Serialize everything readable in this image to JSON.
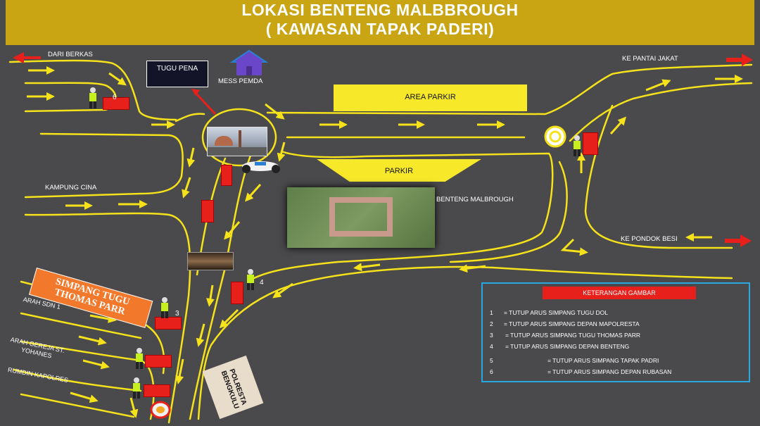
{
  "title": {
    "line1": "LOKASI BENTENG MALBBROUGH",
    "line2": "( KAWASAN TAPAK PADERI)"
  },
  "colors": {
    "header": "#c9a413",
    "road_line": "#f5e21b",
    "background": "#4a4a4c",
    "barrier": "#e8201b",
    "legend_border": "#2aa7e0"
  },
  "labels": {
    "dari_berkas": "DARI BERKAS",
    "ke_pantai_jakat": "KE PANTAI JAKAT",
    "tugu_pena": "TUGU PENA",
    "mess_pemda": "MESS PEMDA",
    "area_parkir": "AREA PARKIR",
    "parkir": "PARKIR",
    "kampung_cina": "KAMPUNG CINA",
    "benteng_malbrough": "BENTENG MALBROUGH",
    "ke_pondok_besi": "KE PONDOK BESI",
    "simpang_tugu_1": "SIMPANG TUGU",
    "simpang_tugu_2": "THOMAS PARR",
    "arah_sdn": "ARAH SDN 1",
    "arah_gereja_1": "ARAH GEREJA ST.",
    "arah_gereja_2": "YOHANES",
    "rumdin": "RUMDIN KAPOLRES",
    "polresta_1": "POLRESTA",
    "polresta_2": "BENGKULU"
  },
  "post_numbers": {
    "p3": "3",
    "p4": "4",
    "p6": "6"
  },
  "legend": {
    "title": "KETERANGAN GAMBAR",
    "items": [
      {
        "num": "1",
        "text": "= TUTUP ARUS  SIMPANG  TUGU DOL"
      },
      {
        "num": "2",
        "text": "= TUTUP ARUS SIMPANG DEPAN MAPOLRESTA"
      },
      {
        "num": "3",
        "text": "= TUTUP ARUS  SIMPANG  TUGU THOMAS PARR"
      },
      {
        "num": "4",
        "text": "= TUTUP ARUS SIMPANG  DEPAN BENTENG"
      },
      {
        "num": "5",
        "text": "= TUTUP ARUS SIMPANG TAPAK PADRI"
      },
      {
        "num": "6",
        "text": "= TUTUP ARUS SIMPANG DEPAN RUBASAN"
      }
    ]
  }
}
